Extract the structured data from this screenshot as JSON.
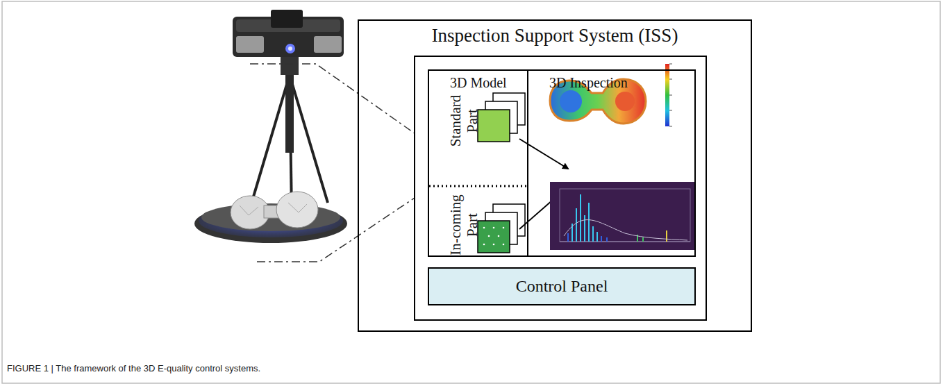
{
  "diagram": {
    "caption": "FIGURE 1 | The framework of the 3D E-quality control systems.",
    "nodes": [
      {
        "text": [
          "Inspection Support System (ISS)"
        ]
      },
      {
        "text": [
          "3D Model",
          "Standard Part",
          "In-coming Part"
        ],
        "in": 0
      },
      {
        "text": [
          "3D Inspection"
        ],
        "in": 0
      },
      {
        "text": [
          "Control Panel"
        ],
        "in": 0
      }
    ]
  }
}
